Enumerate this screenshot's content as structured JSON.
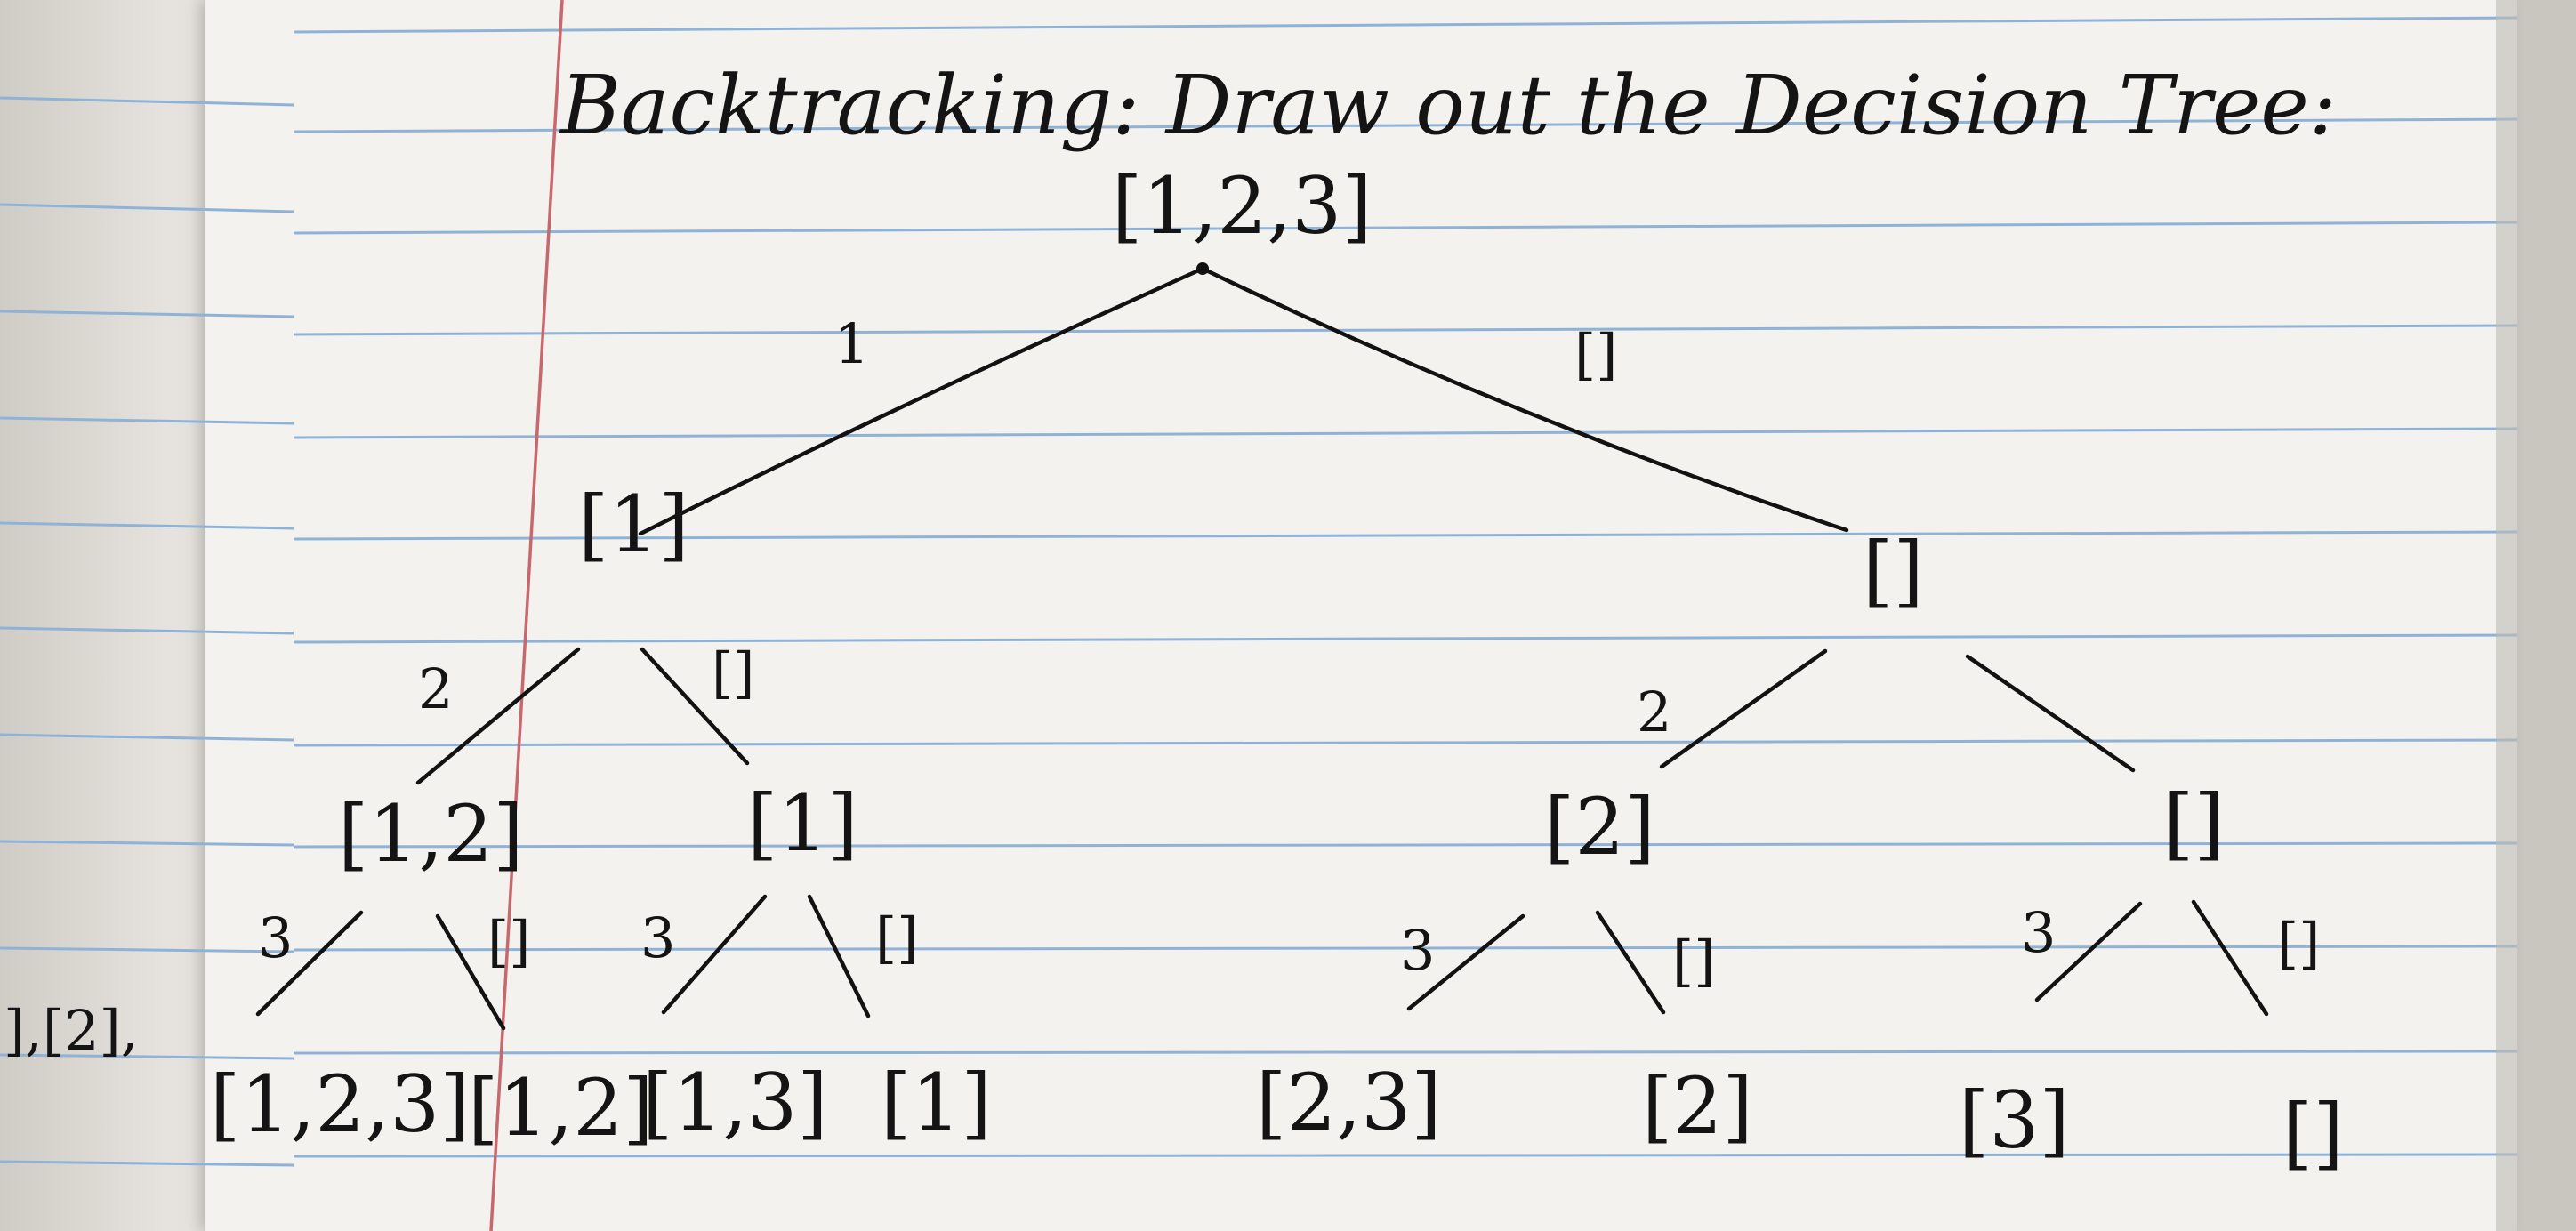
{
  "title": "Backtracking: Draw out the Decision Tree:",
  "root": "[1,2,3]",
  "edge_labels": {
    "root_left": "1",
    "root_right": "[]",
    "l1_left": "2",
    "l1_right": "[]",
    "r1_left": "2",
    "l2a_left": "3",
    "l2a_right": "[]",
    "l2b_left": "3",
    "l2b_right": "[]",
    "r2a_left": "3",
    "r2a_right": "[]",
    "r2b_left": "3",
    "r2b_right": "[]"
  },
  "level1": [
    "[1]",
    "[]"
  ],
  "level2": [
    "[1,2]",
    "[1]",
    "[2]",
    "[]"
  ],
  "level3": [
    "[1,2,3]",
    "[1,2]",
    "[1,3]",
    "[1]",
    "[2,3]",
    "[2]",
    "[3]",
    "[]"
  ],
  "margin_fragment": "],[2],",
  "colors": {
    "ruled_line": "#8fb3d6",
    "margin_line": "#c7686f",
    "ink": "#121212",
    "paper": "#f3f2ee"
  }
}
